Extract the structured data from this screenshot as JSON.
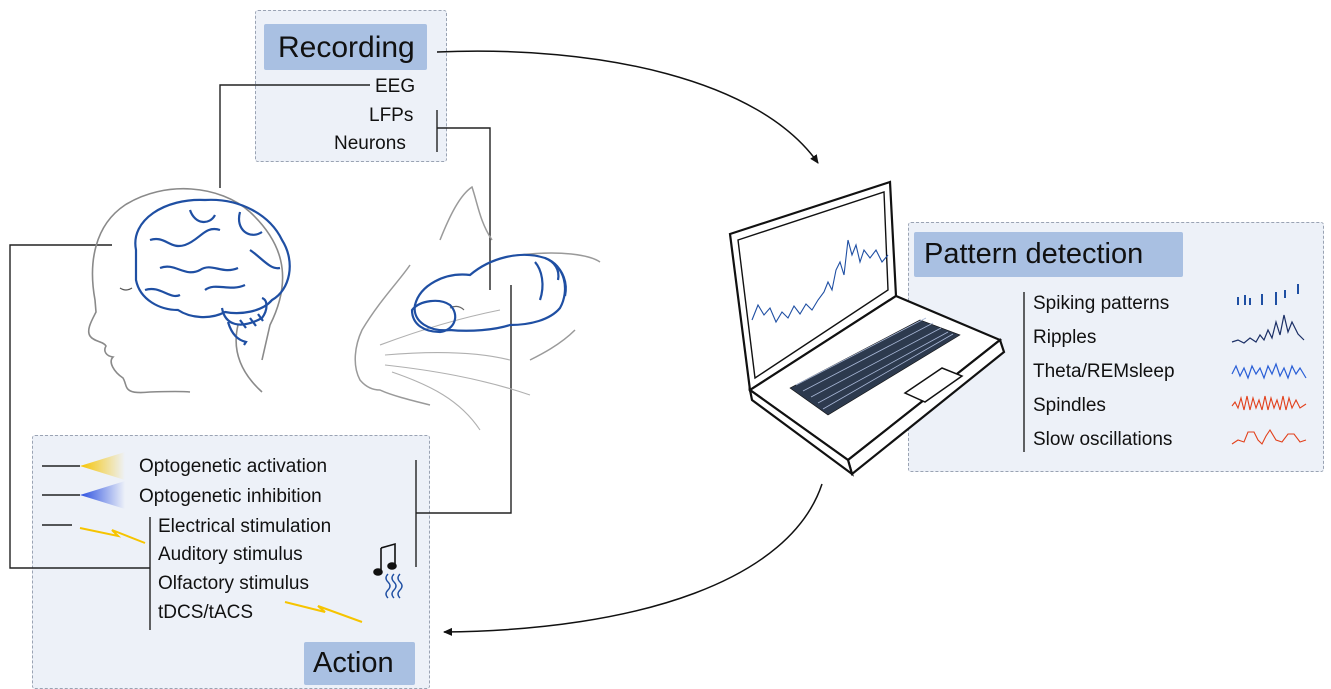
{
  "recording": {
    "title": "Recording",
    "items": [
      "EEG",
      "LFPs",
      "Neurons"
    ]
  },
  "pattern_detection": {
    "title": "Pattern detection",
    "items": [
      "Spiking patterns",
      "Ripples",
      "Theta/REMsleep",
      "Spindles",
      "Slow oscillations"
    ]
  },
  "action": {
    "title": "Action",
    "items": [
      "Optogenetic activation",
      "Optogenetic inhibition",
      "Electrical stimulation",
      "Auditory stimulus",
      "Olfactory stimulus",
      "tDCS/tACS"
    ]
  },
  "colors": {
    "panel_bg": "#edf1f8",
    "chip": "#a9c0e2",
    "brain_blue": "#1f4fa3",
    "optogenetic_yellow": "#f6c400",
    "optogenetic_blue": "#2a4fe0",
    "spindle_red": "#e2401b"
  }
}
